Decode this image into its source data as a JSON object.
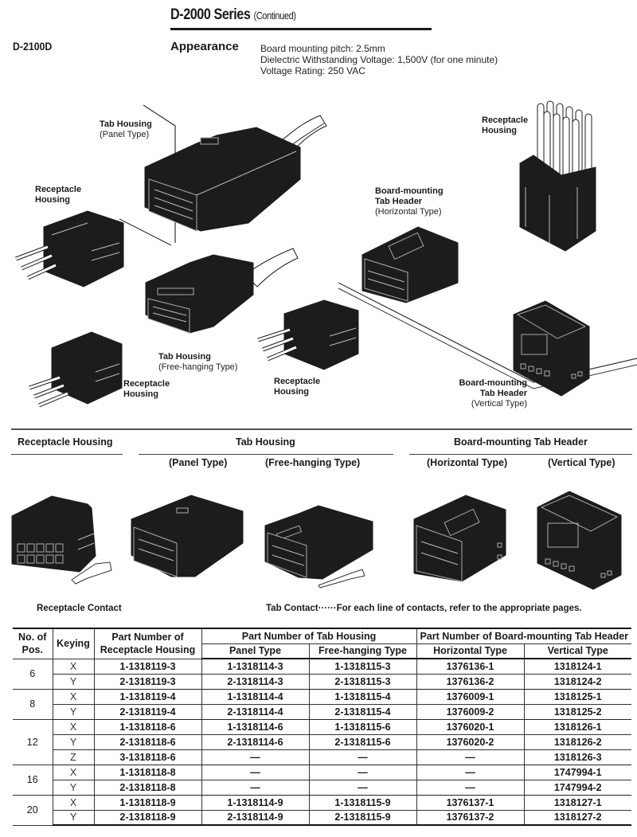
{
  "header": {
    "series": "D-2000 Series",
    "series_note": "(Continued)",
    "model": "D-2100D",
    "appearance_label": "Appearance",
    "specs": [
      "Board mounting pitch: 2.5mm",
      "Dielectric Withstanding Voltage: 1,500V (for one minute)",
      "Voltage Rating: 250 VAC"
    ]
  },
  "illustration_labels": {
    "tab_panel": {
      "title": "Tab Housing",
      "sub": "(Panel Type)"
    },
    "receptacle_left": {
      "title1": "Receptacle",
      "title2": "Housing"
    },
    "receptacle_right_top": {
      "title1": "Receptacle",
      "title2": "Housing"
    },
    "header_horizontal": {
      "title1": "Board-mounting",
      "title2": "Tab Header",
      "sub": "(Horizontal Type)"
    },
    "tab_free": {
      "title": "Tab Housing",
      "sub": "(Free-hanging Type)"
    },
    "receptacle_bottom_left": {
      "title1": "Receptacle",
      "title2": "Housing"
    },
    "receptacle_bottom_mid": {
      "title1": "Receptacle",
      "title2": "Housing"
    },
    "header_vertical": {
      "title1": "Board-mounting",
      "title2": "Tab Header",
      "sub": "(Vertical Type)"
    }
  },
  "sections": {
    "receptacle": "Receptacle Housing",
    "tab": "Tab Housing",
    "board": "Board-mounting Tab Header",
    "panel": "(Panel Type)",
    "free": "(Free-hanging Type)",
    "horizontal": "(Horizontal Type)",
    "vertical": "(Vertical Type)"
  },
  "contacts": {
    "receptacle": "Receptacle Contact",
    "tab": "Tab Contact······For each line of contacts, refer to the appropriate pages."
  },
  "table": {
    "headers": {
      "pos": "No. of Pos.",
      "keying": "Keying",
      "receptacle": "Part Number of Receptacle Housing",
      "tab_group": "Part Number of Tab Housing",
      "board_group": "Part Number of Board-mounting Tab Header",
      "panel": "Panel Type",
      "free": "Free-hanging Type",
      "horizontal": "Horizontal Type",
      "vertical": "Vertical Type"
    },
    "rows": [
      {
        "pos": "6",
        "key": "X",
        "rec": "1-1318119-3",
        "panel": "1-1318114-3",
        "free": "1-1318115-3",
        "hz": "1376136-1",
        "vt": "1318124-1"
      },
      {
        "pos": "",
        "key": "Y",
        "rec": "2-1318119-3",
        "panel": "2-1318114-3",
        "free": "2-1318115-3",
        "hz": "1376136-2",
        "vt": "1318124-2"
      },
      {
        "pos": "8",
        "key": "X",
        "rec": "1-1318119-4",
        "panel": "1-1318114-4",
        "free": "1-1318115-4",
        "hz": "1376009-1",
        "vt": "1318125-1"
      },
      {
        "pos": "",
        "key": "Y",
        "rec": "2-1318119-4",
        "panel": "2-1318114-4",
        "free": "2-1318115-4",
        "hz": "1376009-2",
        "vt": "1318125-2"
      },
      {
        "pos": "12",
        "key": "X",
        "rec": "1-1318118-6",
        "panel": "1-1318114-6",
        "free": "1-1318115-6",
        "hz": "1376020-1",
        "vt": "1318126-1"
      },
      {
        "pos": "",
        "key": "Y",
        "rec": "2-1318118-6",
        "panel": "2-1318114-6",
        "free": "2-1318115-6",
        "hz": "1376020-2",
        "vt": "1318126-2"
      },
      {
        "pos": "",
        "key": "Z",
        "rec": "3-1318118-6",
        "panel": "—",
        "free": "—",
        "hz": "—",
        "vt": "1318126-3"
      },
      {
        "pos": "16",
        "key": "X",
        "rec": "1-1318118-8",
        "panel": "—",
        "free": "—",
        "hz": "—",
        "vt": "1747994-1"
      },
      {
        "pos": "",
        "key": "Y",
        "rec": "2-1318118-8",
        "panel": "—",
        "free": "—",
        "hz": "—",
        "vt": "1747994-2"
      },
      {
        "pos": "20",
        "key": "X",
        "rec": "1-1318118-9",
        "panel": "1-1318114-9",
        "free": "1-1318115-9",
        "hz": "1376137-1",
        "vt": "1318127-1"
      },
      {
        "pos": "",
        "key": "Y",
        "rec": "2-1318118-9",
        "panel": "2-1318114-9",
        "free": "2-1318115-9",
        "hz": "1376137-2",
        "vt": "1318127-2"
      }
    ]
  }
}
